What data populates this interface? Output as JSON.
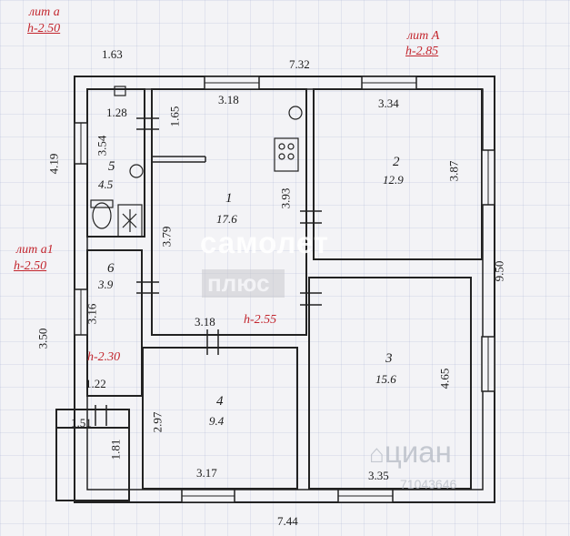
{
  "header_labels": {
    "lit_a_small": "лит а",
    "h_small": "h-2.50",
    "lit_a_big": "лит А",
    "h_big": "h-2.85",
    "lit_a1": "лит а1",
    "h_a1": "h-2.50",
    "h_room1": "h-2.55",
    "h_room6": "h-2.30"
  },
  "rooms": [
    {
      "number": "1",
      "area": "17.6"
    },
    {
      "number": "2",
      "area": "12.9"
    },
    {
      "number": "3",
      "area": "15.6"
    },
    {
      "number": "4",
      "area": "9.4"
    },
    {
      "number": "5",
      "area": "4.5"
    },
    {
      "number": "6",
      "area": "3.9"
    }
  ],
  "dimensions": {
    "top_left": "1.63",
    "top_main": "7.32",
    "bottom": "7.44",
    "right": "9.50",
    "left_upper": "4.19",
    "left_lower": "3.50",
    "room1_top": "3.18",
    "room1_bottom": "3.18",
    "room1_left": "3.79",
    "room1_right": "3.93",
    "room1_upper": "1.65",
    "room5_top": "1.28",
    "room5_side": "3.54",
    "room2_top": "3.34",
    "room2_right": "3.87",
    "room3_right": "4.65",
    "room3_bottom": "3.35",
    "room4_left": "2.97",
    "room4_bottom": "3.17",
    "room6_side": "3.16",
    "room6_bottom": "1.22",
    "porch_top": "1.51",
    "porch_side": "1.81"
  },
  "watermarks": {
    "brand_top": "самолет",
    "brand_bottom": "плюс",
    "cian": "циан",
    "id": "71043646"
  }
}
